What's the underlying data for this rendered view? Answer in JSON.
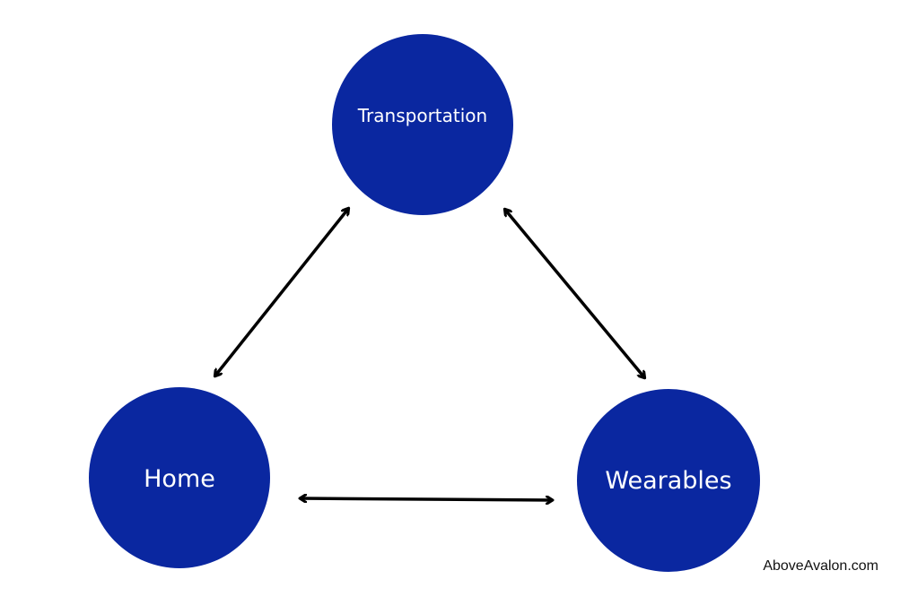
{
  "colors": {
    "node_fill": "#0A27A0",
    "arrow": "#000000",
    "background": "#FFFFFF"
  },
  "nodes": {
    "transportation": {
      "label": "Transportation"
    },
    "home": {
      "label": "Home"
    },
    "wearables": {
      "label": "Wearables"
    }
  },
  "edges": [
    {
      "from": "transportation",
      "to": "home",
      "direction": "bidirectional"
    },
    {
      "from": "transportation",
      "to": "wearables",
      "direction": "bidirectional"
    },
    {
      "from": "home",
      "to": "wearables",
      "direction": "bidirectional"
    }
  ],
  "watermark": "AboveAvalon.com"
}
